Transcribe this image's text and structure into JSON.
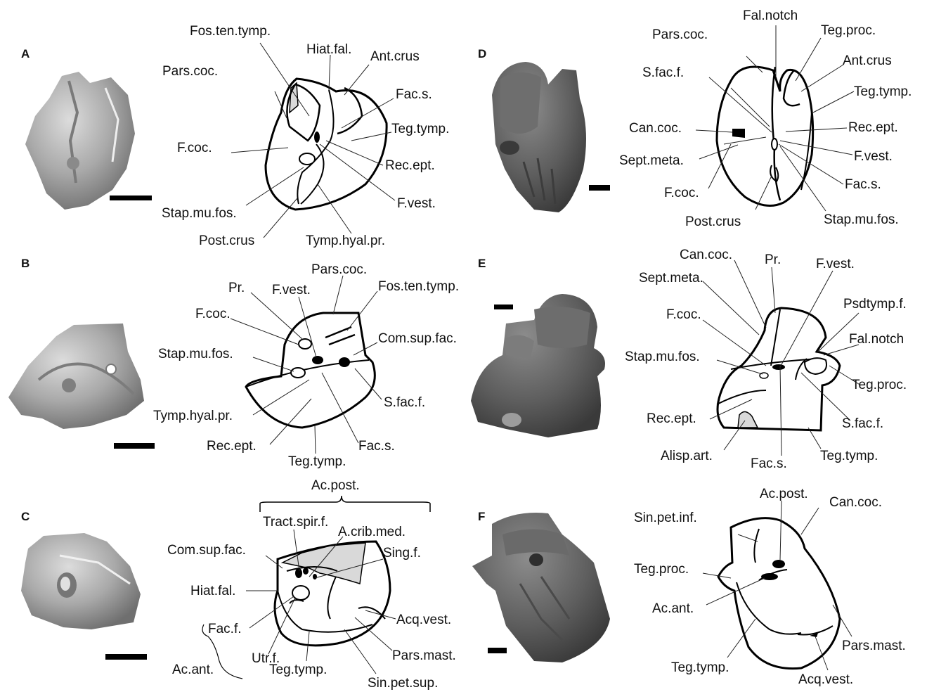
{
  "panels": {
    "A": {
      "letter": "A",
      "labels": [
        "Fos.ten.tymp.",
        "Hiat.fal.",
        "Ant.crus",
        "Pars.coc.",
        "Fac.s.",
        "Teg.tymp.",
        "F.coc.",
        "Rec.ept.",
        "F.vest.",
        "Stap.mu.fos.",
        "Post.crus",
        "Tymp.hyal.pr."
      ]
    },
    "B": {
      "letter": "B",
      "labels": [
        "Pars.coc.",
        "Pr.",
        "F.vest.",
        "Fos.ten.tymp.",
        "F.coc.",
        "Com.sup.fac.",
        "Stap.mu.fos.",
        "S.fac.f.",
        "Tymp.hyal.pr.",
        "Fac.s.",
        "Rec.ept.",
        "Teg.tymp."
      ]
    },
    "C": {
      "letter": "C",
      "labels": [
        "Ac.post.",
        "Tract.spir.f.",
        "A.crib.med.",
        "Com.sup.fac.",
        "Sing.f.",
        "Hiat.fal.",
        "Acq.vest.",
        "Fac.f.",
        "Pars.mast.",
        "Utr.f.",
        "Ac.ant.",
        "Teg.tymp.",
        "Sin.pet.sup."
      ]
    },
    "D": {
      "letter": "D",
      "labels": [
        "Fal.notch",
        "Pars.coc.",
        "Teg.proc.",
        "Ant.crus",
        "S.fac.f.",
        "Teg.tymp.",
        "Can.coc.",
        "Rec.ept.",
        "Sept.meta.",
        "F.vest.",
        "Fac.s.",
        "F.coc.",
        "Post.crus",
        "Stap.mu.fos."
      ]
    },
    "E": {
      "letter": "E",
      "labels": [
        "Can.coc.",
        "Pr.",
        "F.vest.",
        "Sept.meta.",
        "Psdtymp.f.",
        "F.coc.",
        "Fal.notch",
        "Stap.mu.fos.",
        "Teg.proc.",
        "Rec.ept.",
        "S.fac.f.",
        "Alisp.art.",
        "Fac.s.",
        "Teg.tymp."
      ]
    },
    "F": {
      "letter": "F",
      "labels": [
        "Ac.post.",
        "Can.coc.",
        "Sin.pet.inf.",
        "Teg.proc.",
        "Ac.ant.",
        "Pars.mast.",
        "Teg.tymp.",
        "Acq.vest."
      ]
    }
  },
  "colors": {
    "specimen_light": "#a9a9a9",
    "specimen_dark": "#5e5e5e",
    "highlight_gray": "#d9d9d9",
    "ink": "#000000"
  }
}
